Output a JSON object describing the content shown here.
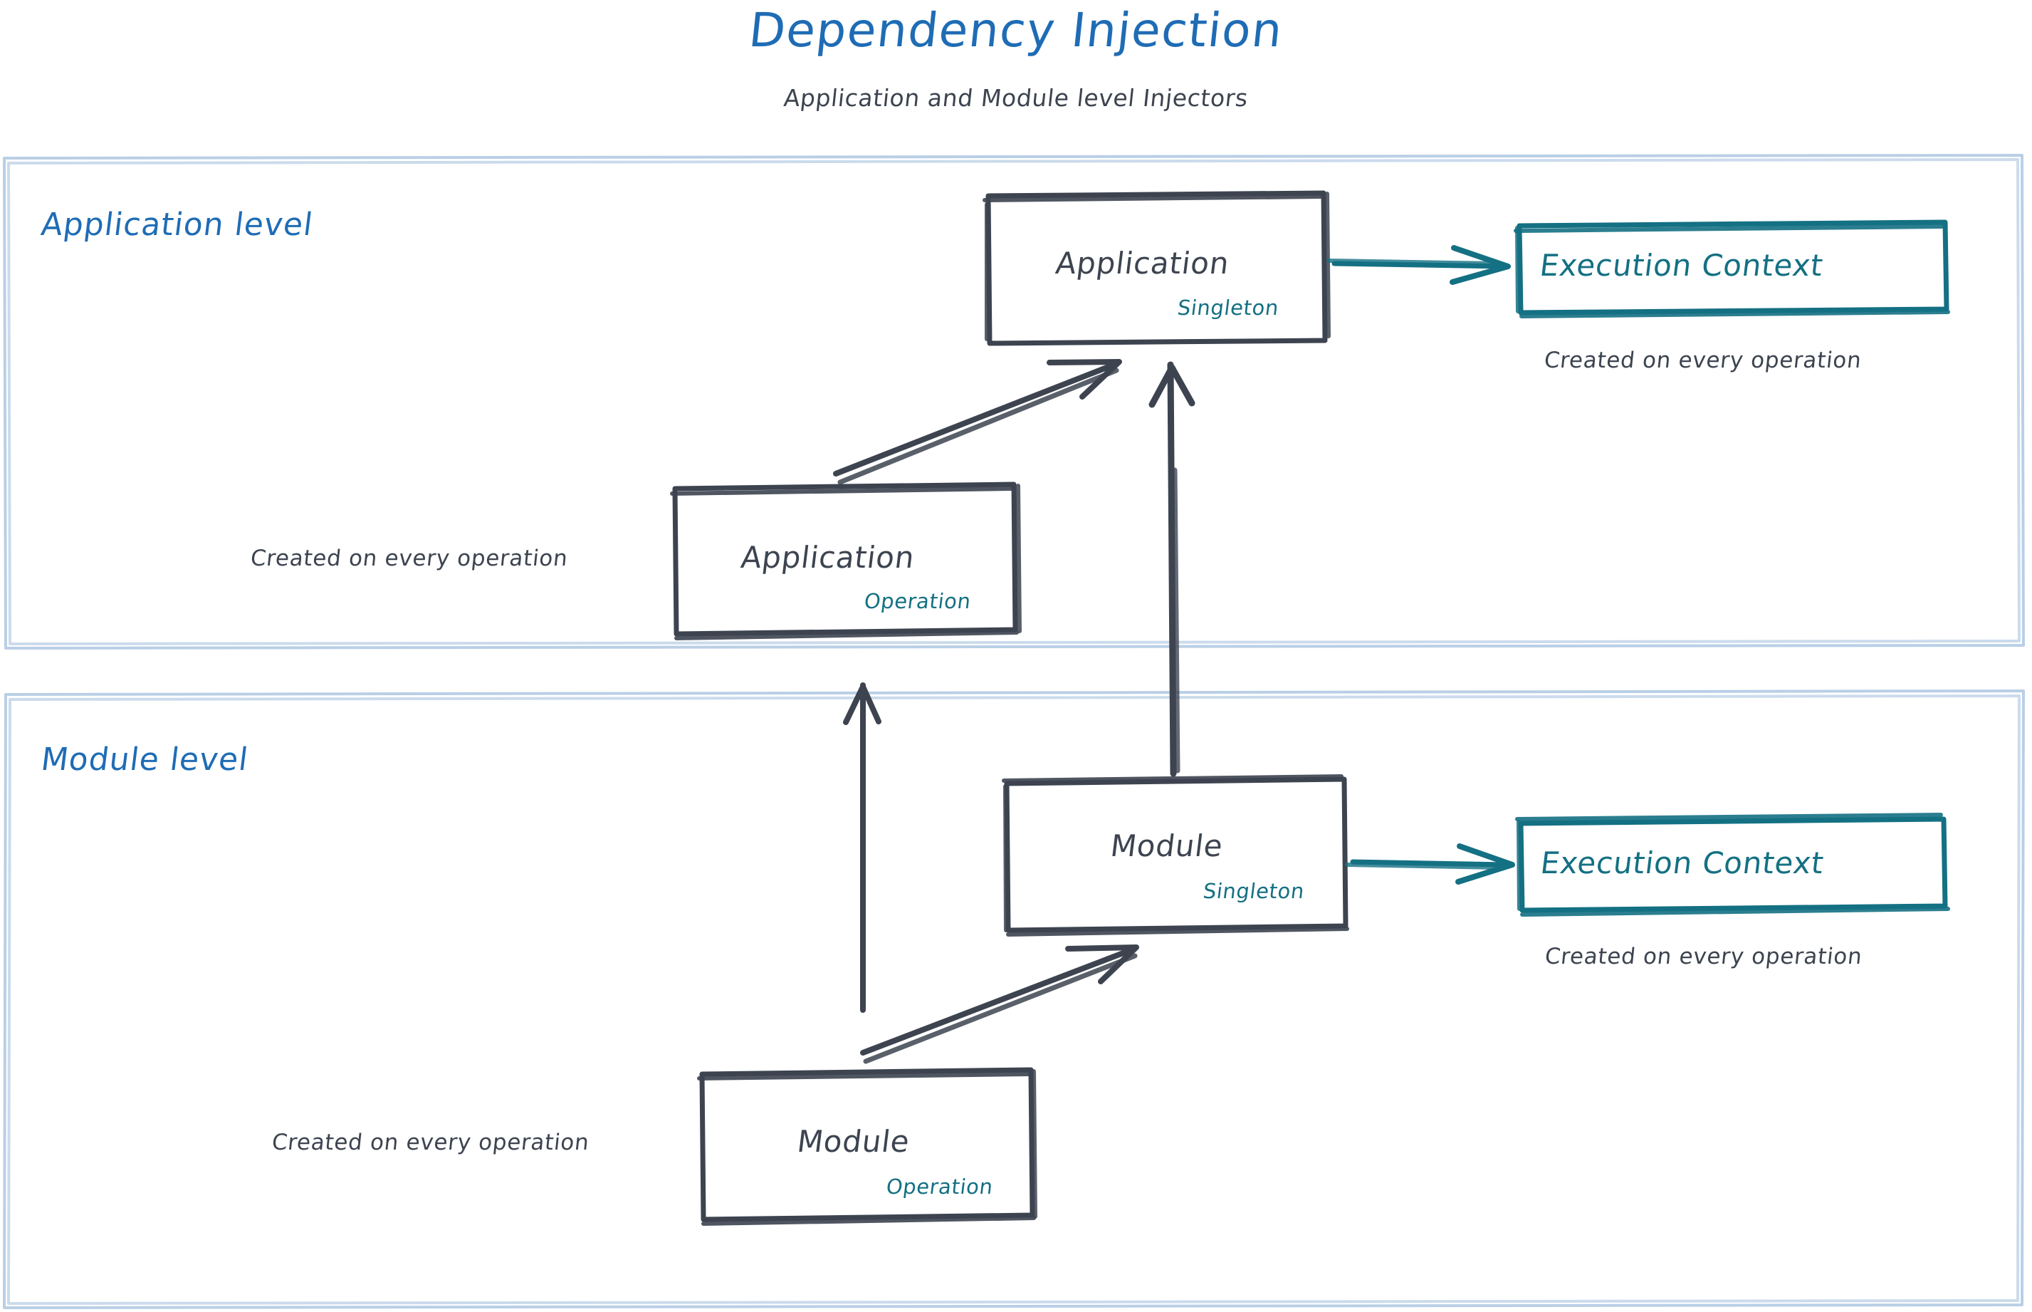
{
  "diagram": {
    "title": "Dependency Injection",
    "subtitle": "Application and Module level Injectors",
    "colors": {
      "title_blue": "#1f6cb5",
      "panel_border_blue": "#b9cfe6",
      "ink_gray": "#3d4450",
      "accent_teal": "#147083",
      "background": "#ffffff"
    }
  },
  "panels": [
    {
      "id": "application-level",
      "title": "Application level",
      "nodes": [
        {
          "id": "application-singleton",
          "label": "Application",
          "scope": "Singleton",
          "style": "gray"
        },
        {
          "id": "application-execution-context",
          "label": "Execution Context",
          "scope": "",
          "style": "teal",
          "caption": "Created on every operation"
        },
        {
          "id": "application-operation",
          "label": "Application",
          "scope": "Operation",
          "style": "gray",
          "caption": "Created on every operation"
        }
      ]
    },
    {
      "id": "module-level",
      "title": "Module level",
      "nodes": [
        {
          "id": "module-singleton",
          "label": "Module",
          "scope": "Singleton",
          "style": "gray"
        },
        {
          "id": "module-execution-context",
          "label": "Execution Context",
          "scope": "",
          "style": "teal",
          "caption": "Created on every operation"
        },
        {
          "id": "module-operation",
          "label": "Module",
          "scope": "Operation",
          "style": "gray",
          "caption": "Created on every operation"
        }
      ]
    }
  ],
  "edges": [
    {
      "id": "app-singleton-to-exec-context",
      "from": "application-singleton",
      "to": "application-execution-context",
      "color": "teal"
    },
    {
      "id": "app-operation-to-app-singleton",
      "from": "application-operation",
      "to": "application-singleton",
      "color": "gray"
    },
    {
      "id": "module-singleton-to-app-singleton",
      "from": "module-singleton",
      "to": "application-singleton",
      "color": "gray"
    },
    {
      "id": "module-operation-to-app-operation",
      "from": "module-operation",
      "to": "application-operation",
      "color": "gray"
    },
    {
      "id": "module-singleton-to-exec-context",
      "from": "module-singleton",
      "to": "module-execution-context",
      "color": "teal"
    },
    {
      "id": "module-operation-to-module-singleton",
      "from": "module-operation",
      "to": "module-singleton",
      "color": "gray"
    }
  ],
  "labels": {
    "title": "Dependency Injection",
    "subtitle": "Application and Module level Injectors",
    "application_level": "Application level",
    "module_level": "Module level",
    "application": "Application",
    "module": "Module",
    "execution_context": "Execution Context",
    "singleton": "Singleton",
    "operation": "Operation",
    "created_on_every_operation": "Created on every operation"
  }
}
